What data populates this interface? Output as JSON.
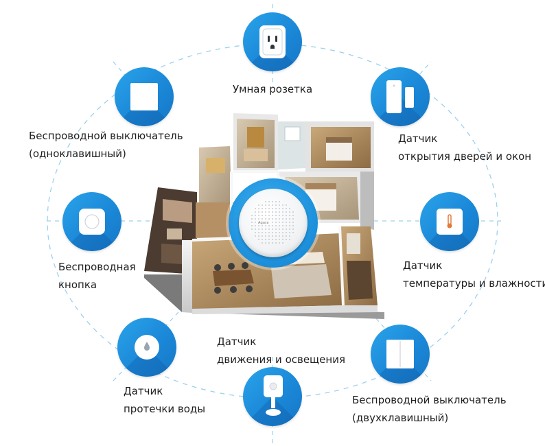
{
  "colors": {
    "accent": "#1e8fdc",
    "ring_line": "#9ad0ee",
    "text": "#1f1f1f"
  },
  "hub": {
    "logo_text": "Aqara"
  },
  "devices": [
    {
      "id": "smart-socket",
      "icon": "socket-icon",
      "label_lines": [
        "Умная розетка"
      ]
    },
    {
      "id": "door-window-sensor",
      "icon": "door-sensor-icon",
      "label_lines": [
        "Датчик",
        "открытия дверей и окон"
      ]
    },
    {
      "id": "temp-humidity-sensor",
      "icon": "thermometer-icon",
      "label_lines": [
        "Датчик",
        "температуры и влажности"
      ]
    },
    {
      "id": "wireless-switch-double",
      "icon": "double-switch-icon",
      "label_lines": [
        "Беспроводной выключатель",
        "(двухклавишный)"
      ]
    },
    {
      "id": "motion-light-sensor",
      "icon": "motion-sensor-icon",
      "label_lines": [
        "Датчик",
        "движения и освещения"
      ]
    },
    {
      "id": "water-leak-sensor",
      "icon": "water-drop-icon",
      "label_lines": [
        "Датчик",
        "протечки воды"
      ]
    },
    {
      "id": "wireless-button",
      "icon": "button-icon",
      "label_lines": [
        "Беспроводная",
        "кнопка"
      ]
    },
    {
      "id": "wireless-switch-single",
      "icon": "single-switch-icon",
      "label_lines": [
        "Беспроводной выключатель",
        "(одноклавишный)"
      ]
    }
  ]
}
